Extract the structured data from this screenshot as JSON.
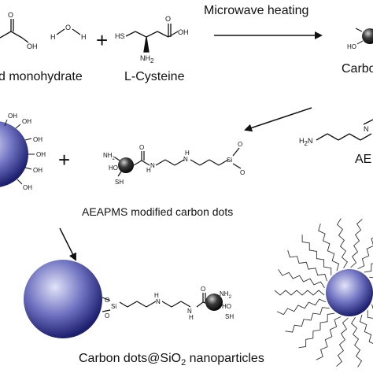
{
  "reaction": {
    "step1_condition": "Microwave heating",
    "reactant_label_citric": "d monohydrate",
    "reactant_label_cysteine": "L-Cysteine",
    "product1_label": "Carbo",
    "reagent_label_aeapms": "AE",
    "intermediate_label": "AEAPMS modified carbon dots",
    "final_label_prefix": "Carbon dots@SiO",
    "final_label_sub": "2",
    "final_label_suffix": " nanoparticles",
    "plus_sign": "+"
  },
  "atoms": {
    "OH": "OH",
    "O": "O",
    "H": "H",
    "HS": "HS",
    "SH": "SH",
    "NH2": "NH",
    "NH2_sub": "2",
    "NH": "N",
    "Si": "Si",
    "HO": "HO"
  },
  "colors": {
    "sphere_dark": "#1c1f6e",
    "sphere_light": "#c9cbef",
    "dot_dark": "#111111",
    "arrow": "#111111"
  }
}
